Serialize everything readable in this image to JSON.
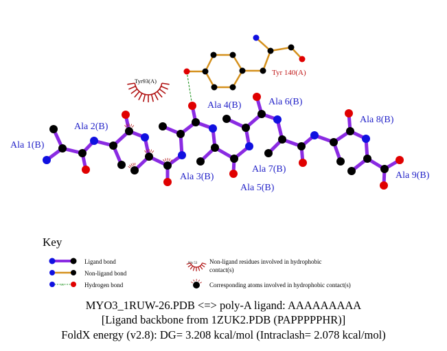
{
  "colors": {
    "ligand_bond": "#8a2be2",
    "nonligand_bond": "#d4901c",
    "hbond": "#2e9a2e",
    "nitrogen": "#1010e0",
    "carbon": "#000000",
    "oxygen": "#e00000",
    "hydrophobic": "#b01010",
    "residue_label": "#2323c8",
    "nonligand_label": "#c01818"
  },
  "residues": [
    {
      "label": "Ala 1(B)"
    },
    {
      "label": "Ala 2(B)"
    },
    {
      "label": "Ala 3(B)"
    },
    {
      "label": "Ala 4(B)"
    },
    {
      "label": "Ala 5(B)"
    },
    {
      "label": "Ala 6(B)"
    },
    {
      "label": "Ala 7(B)"
    },
    {
      "label": "Ala 8(B)"
    },
    {
      "label": "Ala 9(B)"
    }
  ],
  "nonligand": {
    "tyr140": "Tyr 140(A)",
    "tyr93": "Tyr93(A)"
  },
  "key": {
    "title": "Key",
    "ligand_bond": "Ligand bond",
    "nonligand_bond": "Non-ligand bond",
    "hydrogen_bond": "Hydrogen bond",
    "hbond_length": "3.0",
    "example_residue": "His 53",
    "hydrophobic_residue_1": "Non-ligand residues involved in hydrophobic",
    "hydrophobic_residue_2": "contact(s)",
    "hydrophobic_atoms": "Corresponding atoms involved in hydrophobic contact(s)"
  },
  "caption": {
    "line1": "MYO3_1RUW-26.PDB <=> poly-A ligand: AAAAAAAAA",
    "line2": "[Ligand backbone from 1ZUK2.PDB (PAPPPPPHR)]",
    "line3": "FoldX energy (v2.8): DG= 3.208 kcal/mol (Intraclash= 2.078 kcal/mol)"
  }
}
